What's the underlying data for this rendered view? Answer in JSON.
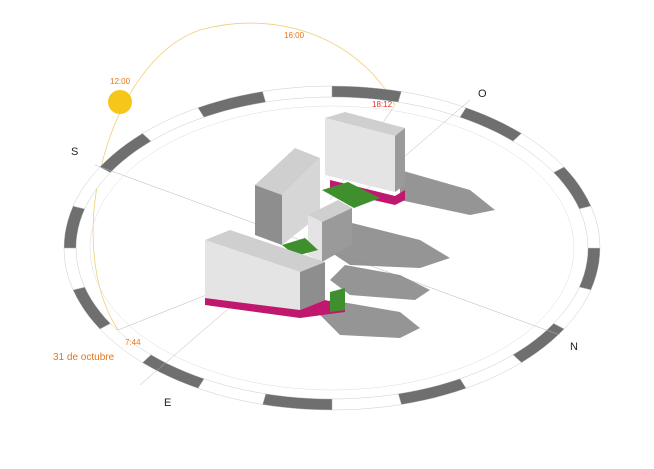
{
  "colors": {
    "sun": "#f7c61a",
    "sun_path": "#f0cf7a",
    "time_label": "#e8741a",
    "sunset_label": "#e0302a",
    "ring_dark": "#6f6f6f",
    "ring_light": "#ffffff",
    "ring_outline": "#bdbdbd",
    "building_light": "#e4e4e4",
    "building_mid": "#bfbfbf",
    "building_dark": "#8e8e8e",
    "facade_accent": "#c0186e",
    "green": "#3f8f2f",
    "shadow": "#8a8a8a"
  },
  "sun_path": {
    "times": {
      "sunrise": "7:44",
      "noon": "12:00",
      "afternoon": "16:00",
      "sunset": "18:12"
    }
  },
  "compass": {
    "north": "N",
    "south": "S",
    "east": "E",
    "west": "O"
  },
  "date_label": "31 de octubre",
  "icons": {
    "sun": "sun-icon"
  }
}
